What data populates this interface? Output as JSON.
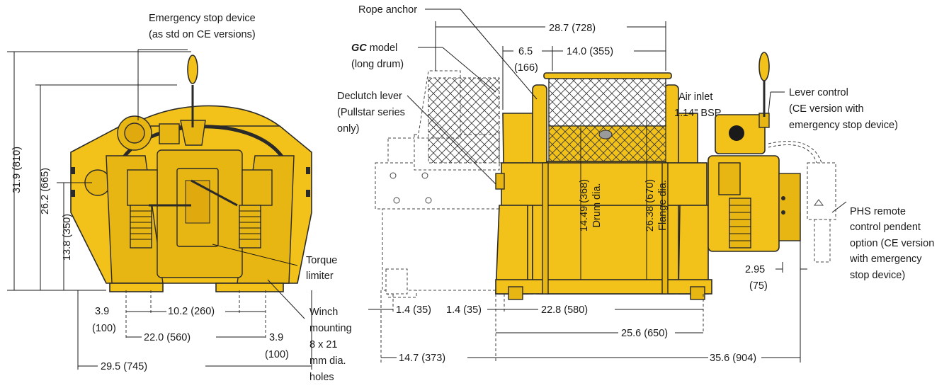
{
  "left_view": {
    "label_emergency_1": "Emergency stop device",
    "label_emergency_2": "(as std on CE versions)",
    "dim_total_height": "31.9 (810)",
    "dim_drum_height": "26.2 (665)",
    "dim_axis_height": "13.8 (350)",
    "dim_foot_left_a": "3.9",
    "dim_foot_left_b": "(100)",
    "dim_hole_spacing": "10.2 (260)",
    "dim_base_inner": "22.0 (560)",
    "dim_foot_right_a": "3.9",
    "dim_foot_right_b": "(100)",
    "dim_total_width": "29.5 (745)",
    "label_torque_1": "Torque",
    "label_torque_2": "limiter",
    "label_winch_1": "Winch",
    "label_winch_2": "mounting",
    "label_winch_3": "8 x 21",
    "label_winch_4": "mm dia.",
    "label_winch_5": "holes"
  },
  "right_view": {
    "label_rope_anchor": "Rope anchor",
    "label_gc_bold": "GC",
    "label_gc_rest": "model",
    "label_gc_2": "(long drum)",
    "label_declutch_1": "Declutch lever",
    "label_declutch_2": "(Pullstar series",
    "label_declutch_3": "only)",
    "dim_top_length": "28.7 (728)",
    "dim_flange_a": "6.5",
    "dim_flange_b": "(166)",
    "dim_drum_length": "14.0 (355)",
    "label_air_1": "Air inlet",
    "label_air_2": "1.14\" BSP",
    "label_lever_1": "Lever control",
    "label_lever_2": "(CE version with",
    "label_lever_3": "emergency stop device)",
    "dim_drum_dia_1": "14.49 (368)",
    "dim_drum_dia_2": "Drum dia.",
    "dim_flange_dia_1": "26.38 (670)",
    "dim_flange_dia_2": "Flange dia.",
    "label_phs_1": "PHS remote",
    "label_phs_2": "control pendent",
    "label_phs_3": "option (CE version",
    "label_phs_4": "with emergency",
    "label_phs_5": "stop device)",
    "dim_motor_a": "2.95",
    "dim_motor_b": "(75)",
    "dim_left_1": "1.4 (35)",
    "dim_left_2": "1.4 (35)",
    "dim_feet": "22.8  (580)",
    "dim_mid": "25.6  (650)",
    "dim_gc_ext": "14.7 (373)",
    "dim_total": "35.6 (904)"
  }
}
